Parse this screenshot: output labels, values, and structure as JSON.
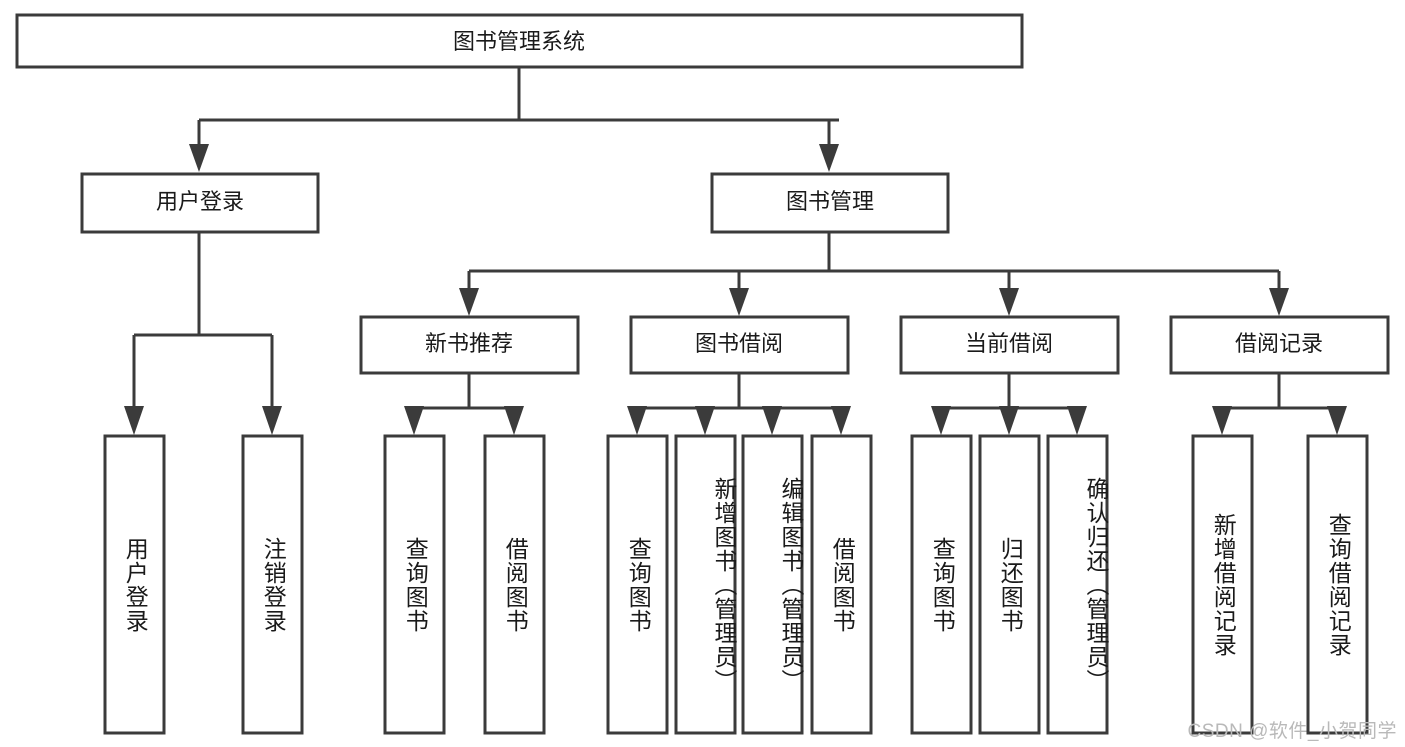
{
  "diagram": {
    "type": "tree-hierarchy-functional-decomposition",
    "root": {
      "id": "root",
      "label": "图书管理系统",
      "orientation": "horizontal"
    },
    "level2": [
      {
        "id": "user-login",
        "label": "用户登录",
        "orientation": "horizontal"
      },
      {
        "id": "book-management",
        "label": "图书管理",
        "orientation": "horizontal"
      }
    ],
    "level3": [
      {
        "id": "new-book-recommend",
        "label": "新书推荐",
        "orientation": "horizontal",
        "parent": "book-management"
      },
      {
        "id": "book-borrow",
        "label": "图书借阅",
        "orientation": "horizontal",
        "parent": "book-management"
      },
      {
        "id": "current-borrow",
        "label": "当前借阅",
        "orientation": "horizontal",
        "parent": "book-management"
      },
      {
        "id": "borrow-record",
        "label": "借阅记录",
        "orientation": "horizontal",
        "parent": "book-management"
      }
    ],
    "leaves": [
      {
        "id": "leaf-user-login",
        "label": "用户登录",
        "orientation": "vertical",
        "parent": "user-login"
      },
      {
        "id": "leaf-user-logout",
        "label": "注销登录",
        "orientation": "vertical",
        "parent": "user-login"
      },
      {
        "id": "leaf-query-book-1",
        "label": "查询图书",
        "orientation": "vertical",
        "parent": "new-book-recommend"
      },
      {
        "id": "leaf-borrow-book-1",
        "label": "借阅图书",
        "orientation": "vertical",
        "parent": "new-book-recommend"
      },
      {
        "id": "leaf-query-book-2",
        "label": "查询图书",
        "orientation": "vertical",
        "parent": "book-borrow"
      },
      {
        "id": "leaf-add-book-admin",
        "label": "新增图书（管理员）",
        "orientation": "vertical",
        "parent": "book-borrow"
      },
      {
        "id": "leaf-edit-book-admin",
        "label": "编辑图书（管理员）",
        "orientation": "vertical",
        "parent": "book-borrow"
      },
      {
        "id": "leaf-borrow-book-2",
        "label": "借阅图书",
        "orientation": "vertical",
        "parent": "book-borrow"
      },
      {
        "id": "leaf-query-book-3",
        "label": "查询图书",
        "orientation": "vertical",
        "parent": "current-borrow"
      },
      {
        "id": "leaf-return-book",
        "label": "归还图书",
        "orientation": "vertical",
        "parent": "current-borrow"
      },
      {
        "id": "leaf-confirm-return-admin",
        "label": "确认归还（管理员）",
        "orientation": "vertical",
        "parent": "current-borrow"
      },
      {
        "id": "leaf-add-borrow-record",
        "label": "新增借阅记录",
        "orientation": "vertical",
        "parent": "borrow-record"
      },
      {
        "id": "leaf-query-borrow-record",
        "label": "查询借阅记录",
        "orientation": "vertical",
        "parent": "borrow-record"
      }
    ]
  },
  "watermark": {
    "text": "CSDN @软件_小贺同学"
  },
  "colors": {
    "box_stroke": "#3b3b3b",
    "box_fill": "#ffffff",
    "text": "#1a1a1a",
    "connector": "#3b3b3b",
    "watermark": "#b9b9b9",
    "background": "#ffffff"
  }
}
